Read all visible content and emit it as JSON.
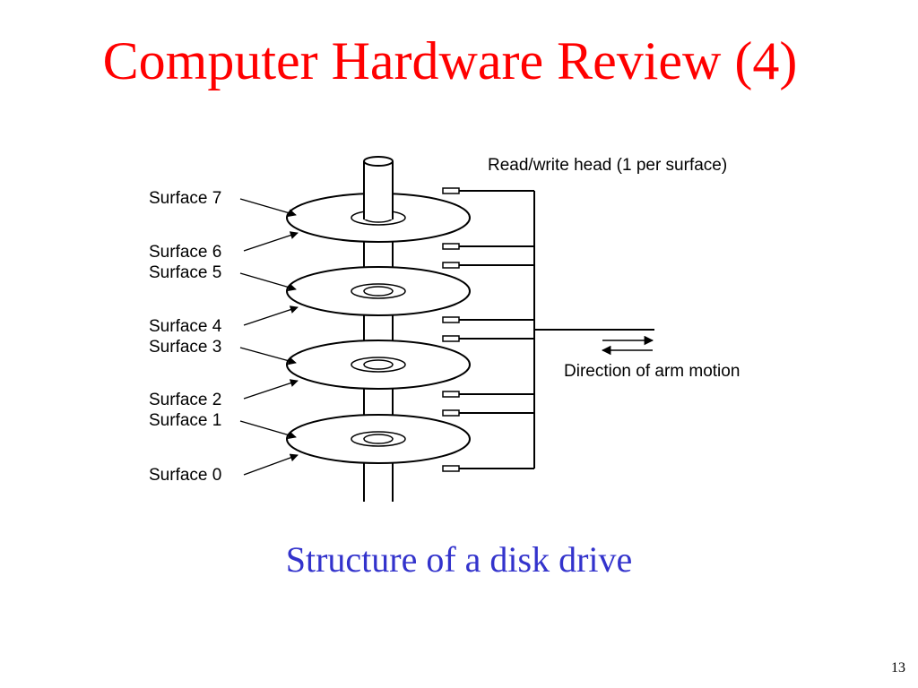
{
  "slide": {
    "title": "Computer Hardware Review (4)",
    "caption": "Structure of a disk drive",
    "page_number": "13",
    "colors": {
      "title": "#ff0000",
      "caption": "#3333cc"
    }
  },
  "diagram": {
    "head_label": "Read/write head (1 per surface)",
    "arm_motion_label": "Direction of arm motion",
    "surfaces": [
      "Surface 7",
      "Surface 6",
      "Surface 5",
      "Surface 4",
      "Surface 3",
      "Surface 2",
      "Surface 1",
      "Surface 0"
    ]
  }
}
